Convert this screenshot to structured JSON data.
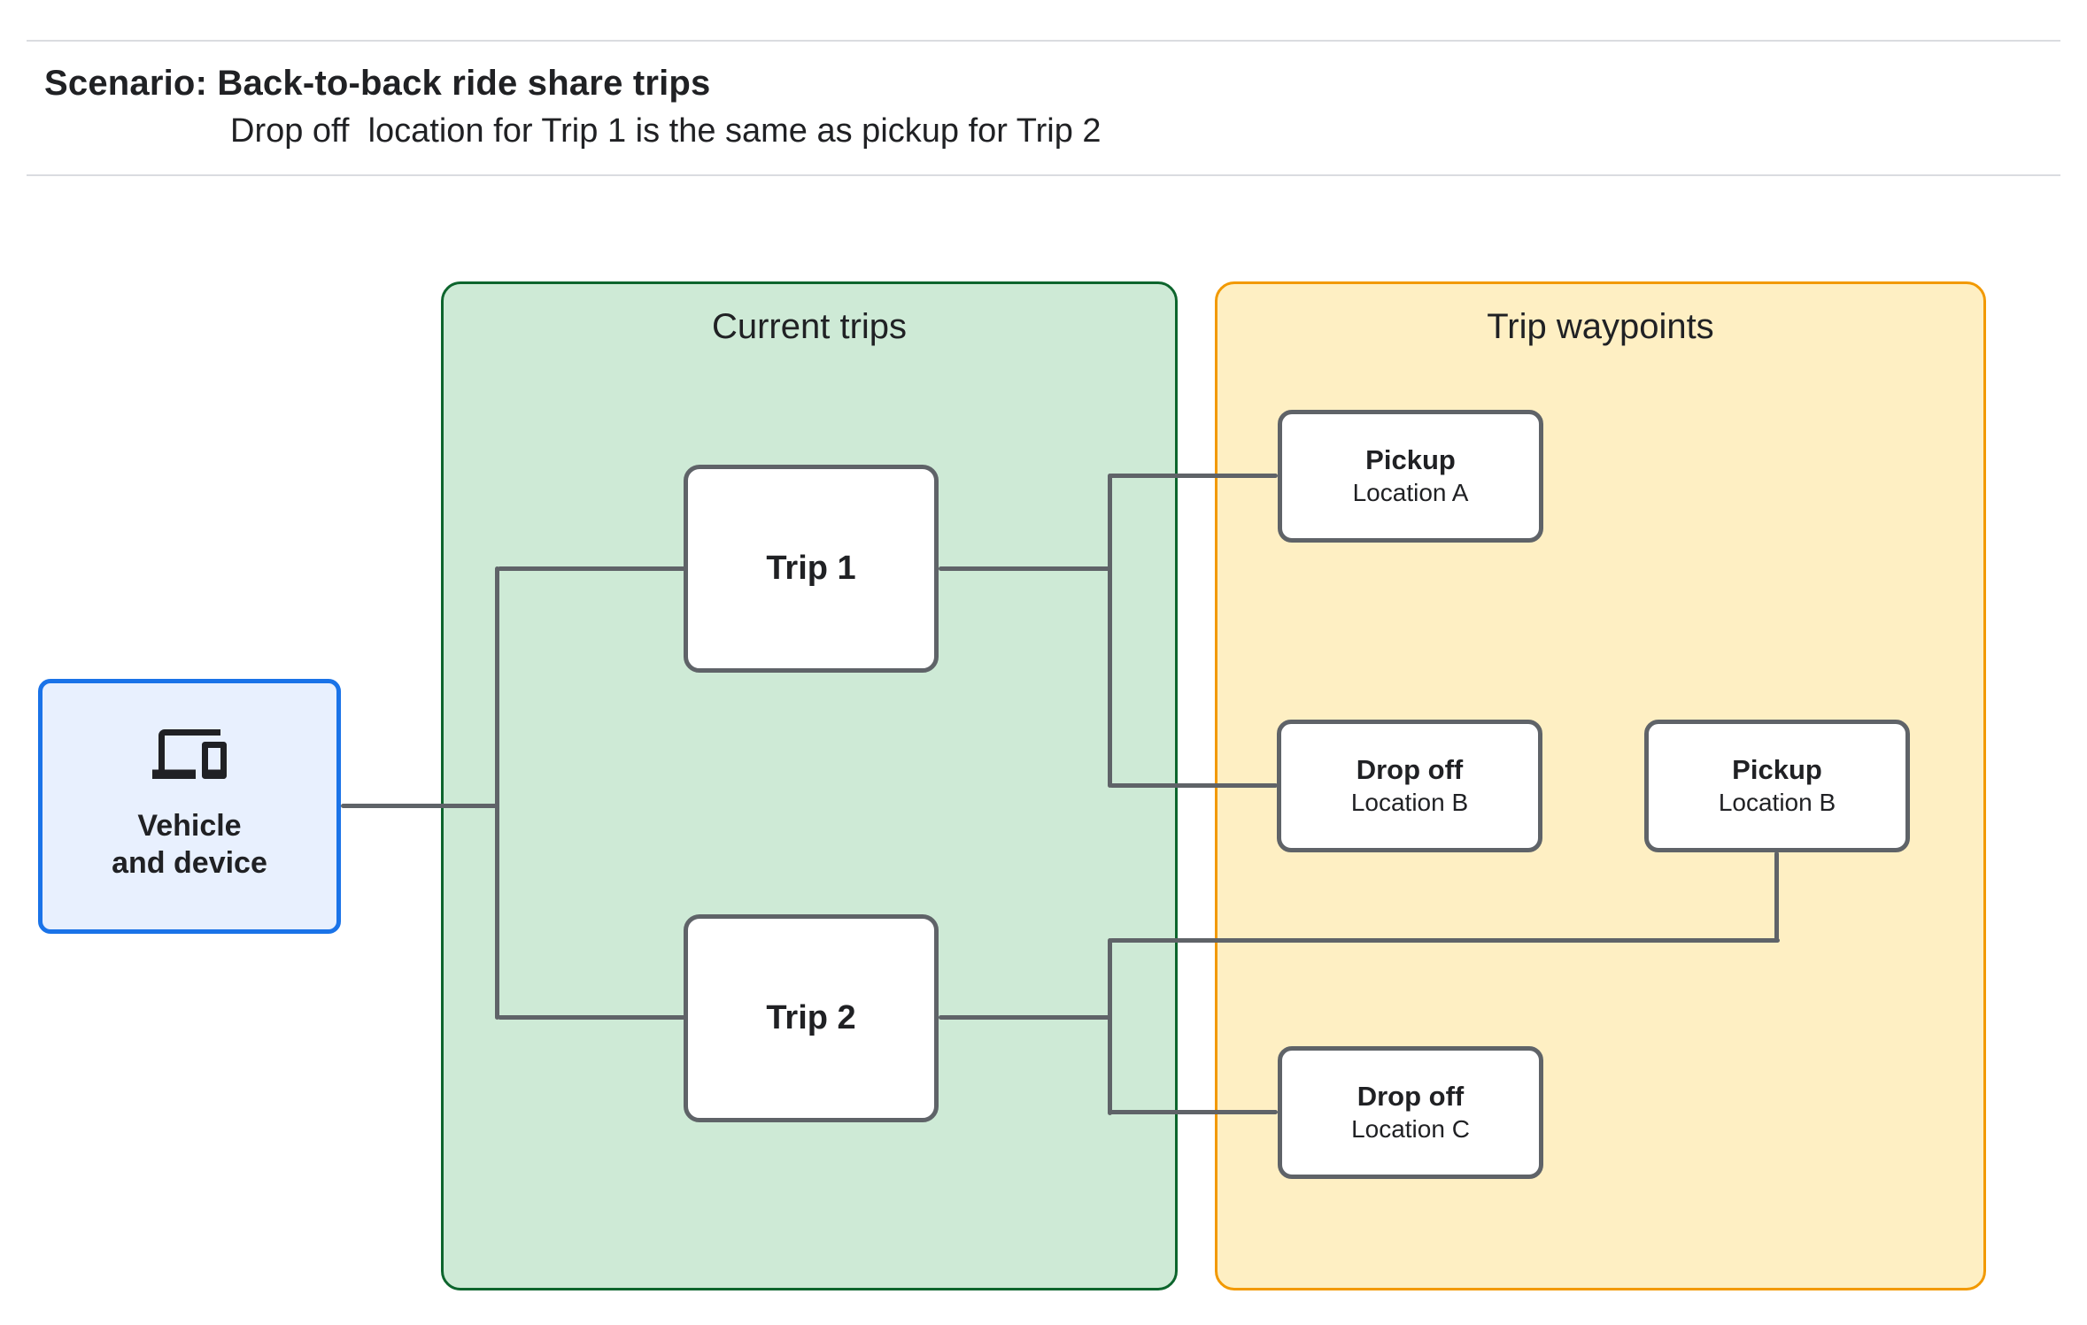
{
  "header": {
    "title": "Scenario: Back-to-back ride share trips",
    "subtitle": "Drop off  location for Trip 1 is the same as pickup for Trip 2"
  },
  "panels": {
    "current_trips": {
      "label": "Current trips"
    },
    "trip_waypoints": {
      "label": "Trip waypoints"
    }
  },
  "nodes": {
    "vehicle": {
      "line1": "Vehicle",
      "line2": "and device",
      "icon": "devices-icon"
    },
    "trip1": {
      "label": "Trip 1"
    },
    "trip2": {
      "label": "Trip 2"
    },
    "pickup_a": {
      "title": "Pickup",
      "subtitle": "Location A"
    },
    "dropoff_b": {
      "title": "Drop off",
      "subtitle": "Location B"
    },
    "pickup_b": {
      "title": "Pickup",
      "subtitle": "Location B"
    },
    "dropoff_c": {
      "title": "Drop off",
      "subtitle": "Location C"
    }
  },
  "colors": {
    "text": "#202124",
    "line-gray": "#5f6368",
    "green-fill": "#ceead6",
    "green-border": "#0d652d",
    "yellow-fill": "#feefc3",
    "orange-border": "#f29900",
    "blue-fill": "#e8f0fe",
    "blue-border": "#1a73e8",
    "rule-gray": "#dadce0"
  }
}
